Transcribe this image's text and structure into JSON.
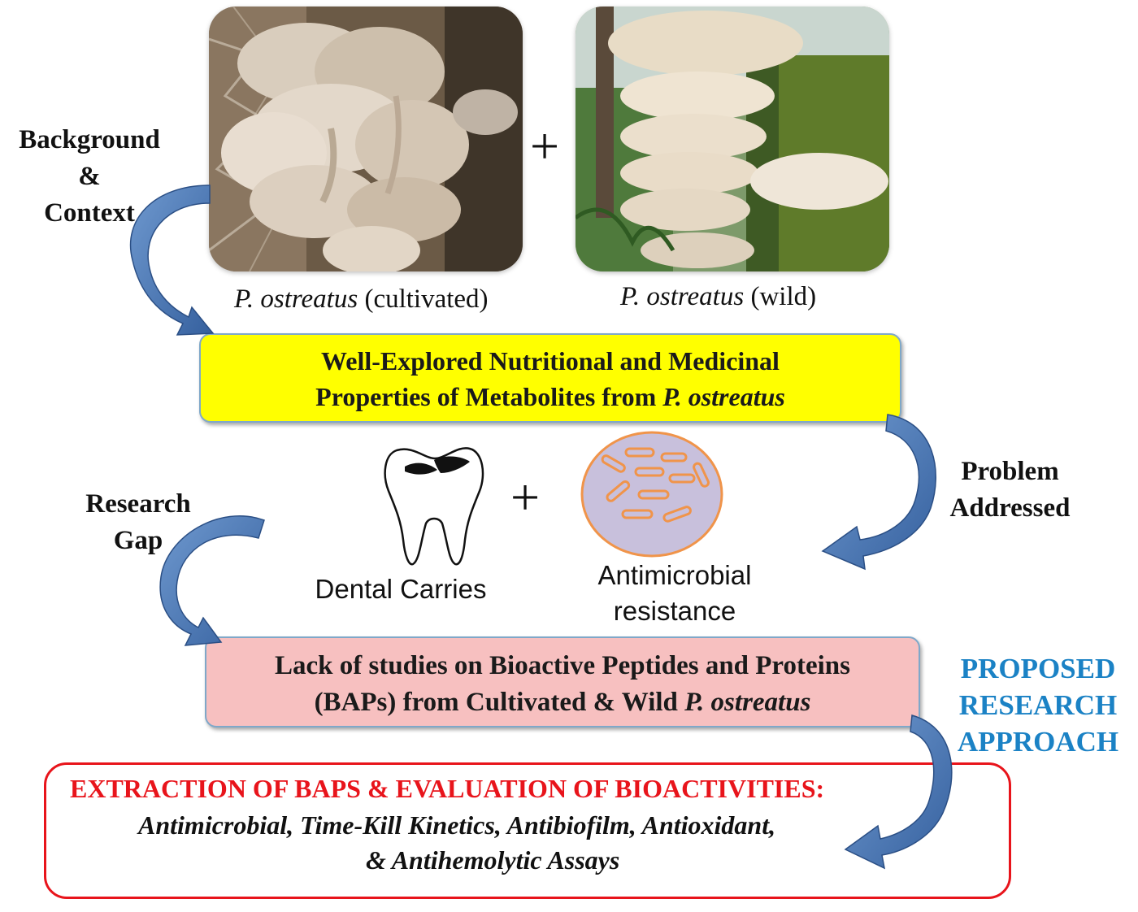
{
  "photos": {
    "cultivated_caption_species": "P. ostreatus",
    "cultivated_caption_note": "(cultivated)",
    "wild_caption_species": "P. ostreatus",
    "wild_caption_note": "(wild)"
  },
  "labels": {
    "background": [
      "Background",
      "&",
      "Context"
    ],
    "problem": [
      "Problem",
      "Addressed"
    ],
    "research_gap": [
      "Research",
      "Gap"
    ],
    "proposed": [
      "PROPOSED",
      "RESEARCH",
      "APPROACH"
    ]
  },
  "plus_symbol": "+",
  "box_explored": {
    "line1": "Well-Explored Nutritional and Medicinal",
    "line2_prefix": "Properties of Metabolites from",
    "line2_species": "P. ostreatus"
  },
  "icons": {
    "tooth_caption": "Dental Carries",
    "bacteria_caption_line1": "Antimicrobial",
    "bacteria_caption_line2": "resistance"
  },
  "box_gap": {
    "line1": "Lack of studies on Bioactive Peptides and Proteins",
    "line2_prefix": "(BAPs) from Cultivated & Wild",
    "line2_species": "P. ostreatus"
  },
  "box_approach": {
    "title": "EXTRACTION OF BAPS & EVALUATION OF BIOACTIVITIES:",
    "assays_line1": "Antimicrobial, Time-Kill Kinetics, Antibiofilm, Antioxidant,",
    "assays_line2": "& Antihemolytic Assays"
  },
  "colors": {
    "arrow_blue": "#4a78b4",
    "explored_box": "#ffff00",
    "gap_box": "#f7c0c0",
    "approach_border": "#e8141b",
    "approach_title": "#e8141b",
    "proposed_label": "#1b82c5",
    "bacteria_fill": "#c8c0dc",
    "bacteria_outline": "#f0944a"
  }
}
